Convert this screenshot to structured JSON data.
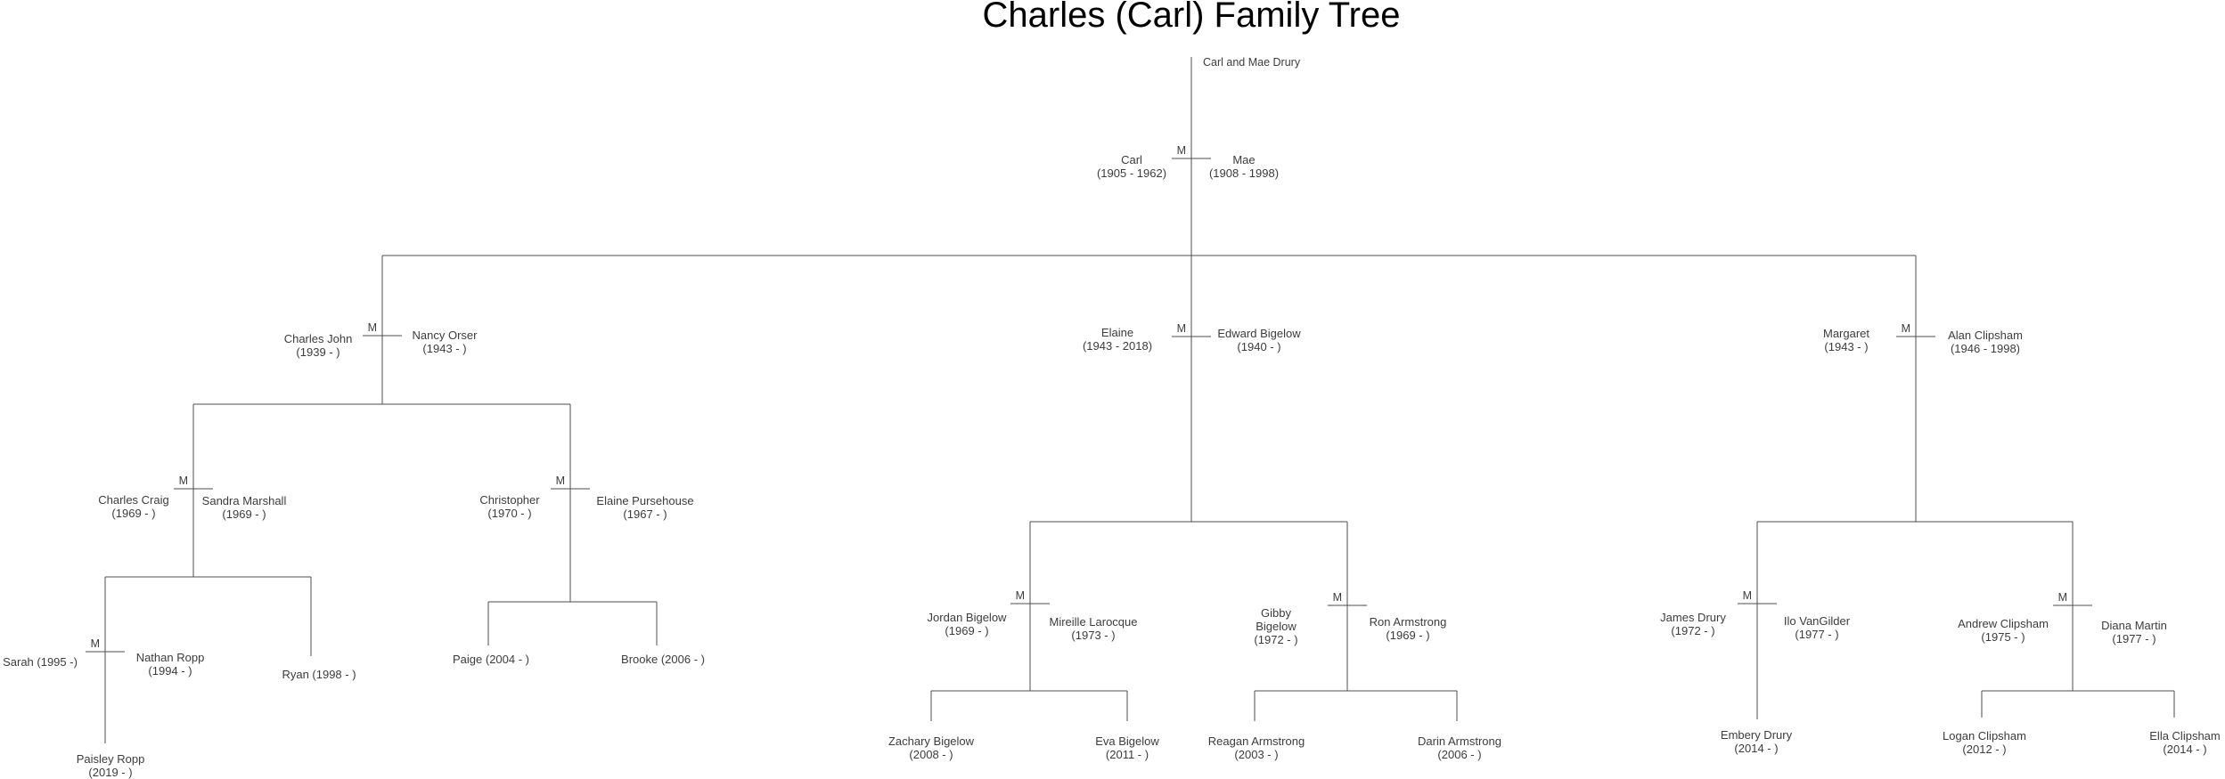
{
  "title": "Charles (Carl) Family Tree",
  "root_label": "Carl and Mae Drury",
  "marriage_marker": "M",
  "colors": {
    "line": "#4d4d4d",
    "text": "#3c3c3c",
    "title": "#000000"
  },
  "people": {
    "carl": {
      "name": "Carl",
      "dates": "(1905 - 1962)"
    },
    "mae": {
      "name": "Mae",
      "dates": "(1908 - 1998)"
    },
    "charles_john": {
      "name": "Charles John",
      "dates": "(1939 - )"
    },
    "nancy_orser": {
      "name": "Nancy Orser",
      "dates": "(1943 - )"
    },
    "elaine": {
      "name": "Elaine",
      "dates": "(1943 - 2018)"
    },
    "edward_bigelow": {
      "name": "Edward Bigelow",
      "dates": "(1940 - )"
    },
    "margaret": {
      "name": "Margaret",
      "dates": "(1943 - )"
    },
    "alan_clipsham": {
      "name": "Alan Clipsham",
      "dates": "(1946 - 1998)"
    },
    "charles_craig": {
      "name": "Charles Craig",
      "dates": "(1969 - )"
    },
    "sandra_marshall": {
      "name": "Sandra Marshall",
      "dates": "(1969 - )"
    },
    "christopher": {
      "name": "Christopher",
      "dates": "(1970 - )"
    },
    "elaine_pursehouse": {
      "name": "Elaine Pursehouse",
      "dates": "(1967 - )"
    },
    "sarah": {
      "name": "Sarah (1995 -)",
      "dates": ""
    },
    "nathan_ropp": {
      "name": "Nathan Ropp",
      "dates": "(1994 - )"
    },
    "ryan": {
      "name": "Ryan (1998 - )",
      "dates": ""
    },
    "paisley_ropp": {
      "name": "Paisley Ropp",
      "dates": "(2019 - )"
    },
    "paige": {
      "name": "Paige (2004 - )",
      "dates": ""
    },
    "brooke": {
      "name": "Brooke (2006 - )",
      "dates": ""
    },
    "jordan_bigelow": {
      "name": "Jordan Bigelow",
      "dates": "(1969 - )"
    },
    "mireille_larocque": {
      "name": "Mireille Larocque",
      "dates": "(1973 - )"
    },
    "gibby_bigelow": {
      "name": "Gibby Bigelow",
      "dates": "(1972 - )"
    },
    "ron_armstrong": {
      "name": "Ron Armstrong",
      "dates": "(1969 - )"
    },
    "zachary_bigelow": {
      "name": "Zachary Bigelow",
      "dates": "(2008 - )"
    },
    "eva_bigelow": {
      "name": "Eva Bigelow",
      "dates": "(2011 - )"
    },
    "reagan_armstrong": {
      "name": "Reagan Armstrong",
      "dates": "(2003 - )"
    },
    "darin_armstrong": {
      "name": "Darin Armstrong",
      "dates": "(2006 - )"
    },
    "james_drury": {
      "name": "James Drury",
      "dates": "(1972 - )"
    },
    "ilo_vangilder": {
      "name": "Ilo VanGilder",
      "dates": "(1977 - )"
    },
    "andrew_clipsham": {
      "name": "Andrew Clipsham",
      "dates": "(1975 - )"
    },
    "diana_martin": {
      "name": "Diana Martin",
      "dates": "(1977 - )"
    },
    "embery_drury": {
      "name": "Embery Drury",
      "dates": "(2014 - )"
    },
    "logan_clipsham": {
      "name": "Logan Clipsham",
      "dates": "(2012 - )"
    },
    "ella_clipsham": {
      "name": "Ella Clipsham",
      "dates": "(2014 - )"
    }
  }
}
